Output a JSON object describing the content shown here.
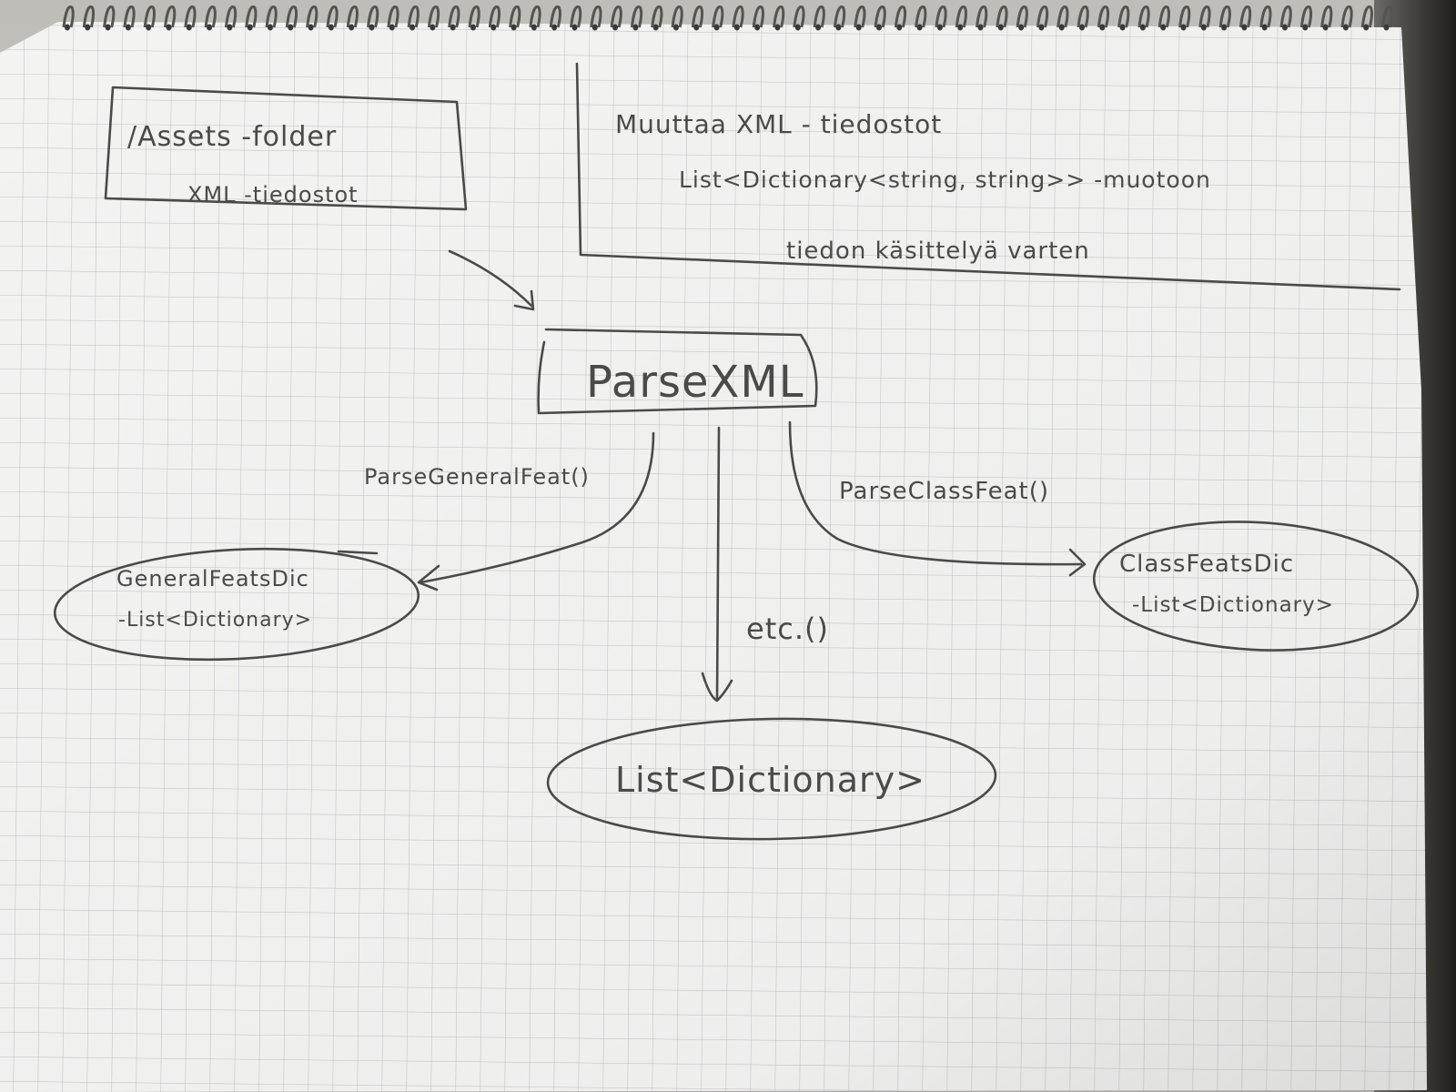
{
  "diagram": {
    "assets_box": {
      "line1": "/Assets -folder",
      "line2": "XML -tiedostot"
    },
    "note": {
      "line1": "Muuttaa XML - tiedostot",
      "line2": "List<Dictionary<string, string>> -muotoon",
      "line3": "tiedon käsittelyä varten"
    },
    "parse_node": "ParseXML",
    "edge_left_label": "ParseGeneralFeat()",
    "edge_right_label": "ParseClassFeat()",
    "edge_middle_label": "etc.()",
    "general_node": {
      "line1": "GeneralFeatsDic",
      "line2": "-List<Dictionary>"
    },
    "class_node": {
      "line1": "ClassFeatsDic",
      "line2": "-List<Dictionary>"
    },
    "bottom_node": "List<Dictionary>"
  },
  "colors": {
    "paper": "#f3f3f1",
    "grid": "#b9bfca",
    "ink": "#4a4a48",
    "background": "#c4c2bd"
  }
}
